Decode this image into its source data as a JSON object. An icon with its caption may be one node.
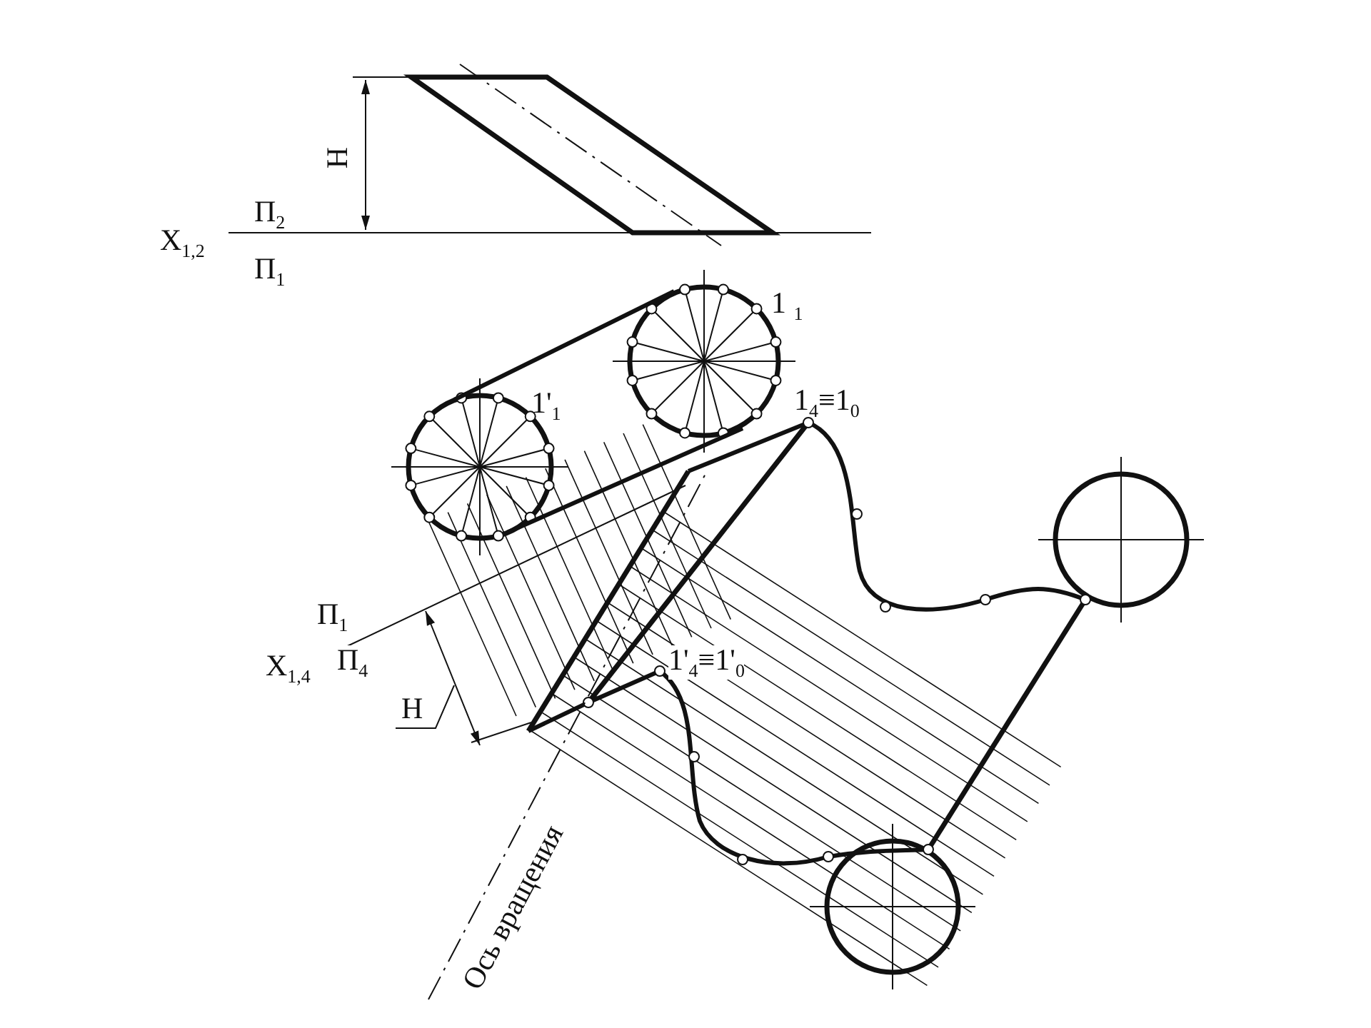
{
  "diagram": {
    "labels": [
      "H",
      "Π$_{2}$",
      "X$_{1,2}$",
      "Π$_{1}$",
      "1 $_{1}$",
      "1'$_{1}$",
      "1$_{4}$≡1$_{0}$",
      "Π$_{1}$",
      "X$_{1,4}$",
      "Π$_{4}$",
      "H",
      "1'$_{4}$≡1'$_{0}$",
      "Ось вращения"
    ]
  }
}
